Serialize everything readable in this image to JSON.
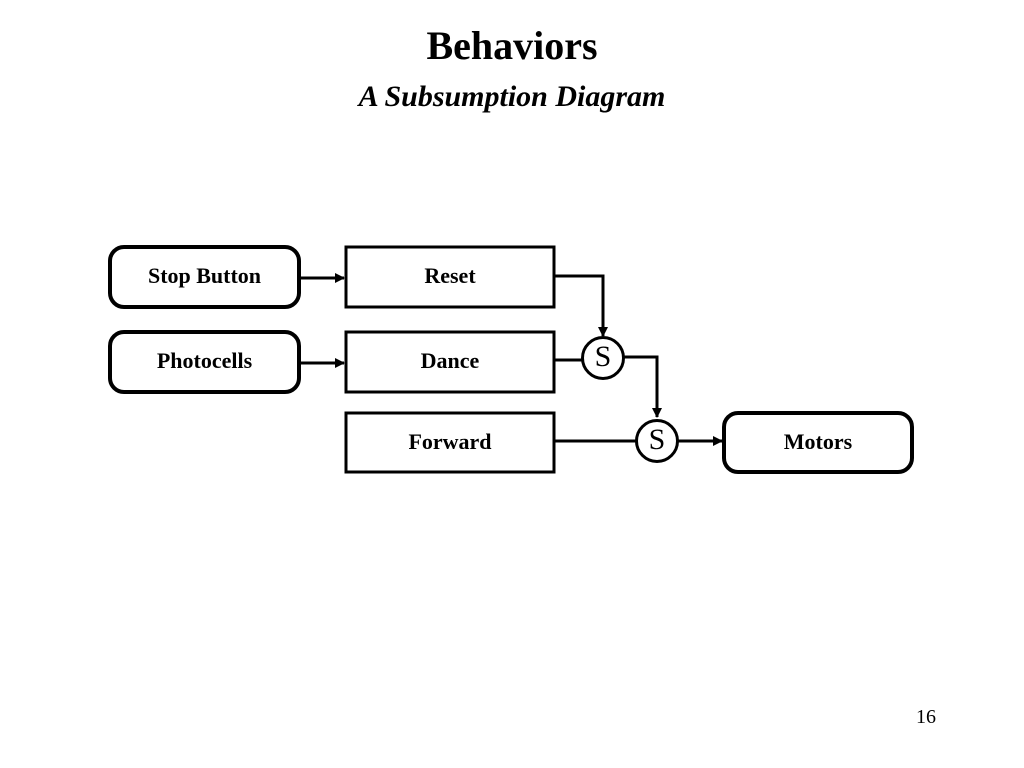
{
  "slide": {
    "title": "Behaviors",
    "subtitle": "A Subsumption Diagram",
    "page_number": "16"
  },
  "diagram": {
    "sensors": {
      "stop_button": "Stop Button",
      "photocells": "Photocells"
    },
    "behaviors": {
      "reset": "Reset",
      "dance": "Dance",
      "forward": "Forward"
    },
    "actuator": {
      "motors": "Motors"
    },
    "suppressor_label": "S"
  }
}
